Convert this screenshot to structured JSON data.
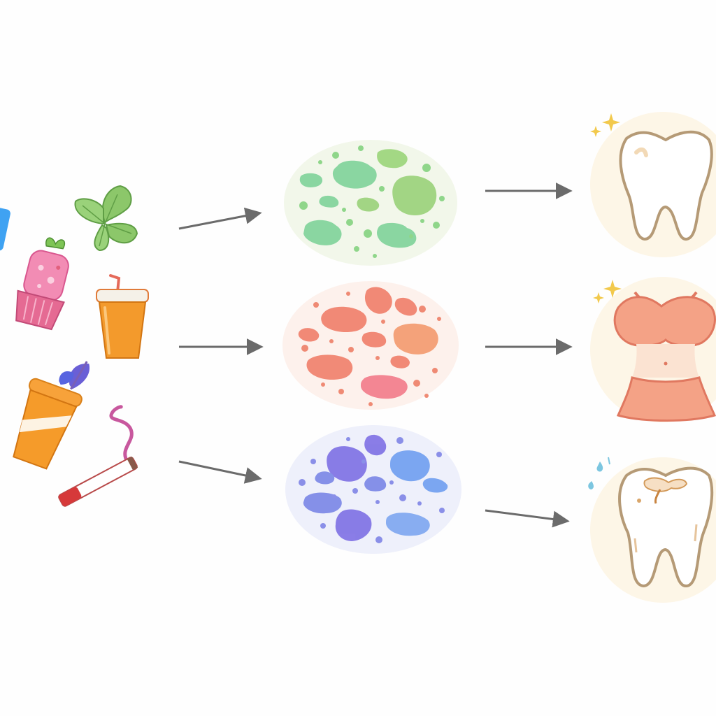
{
  "diagram": {
    "colors": {
      "background": "#fefefe",
      "arrow": "#6b6b6b",
      "healthy_cluster": "#7fd39a",
      "healthy_cluster_bg": "#f2f7ea",
      "sugar_cluster": "#f07e6a",
      "sugar_cluster_bg": "#fdf1ec",
      "smoke_cluster": "#7a86e6",
      "smoke_cluster_bg": "#eef0fb",
      "outcome_bg": "#fdf6e7",
      "tooth_outline": "#b59a76",
      "body_fill": "#f4a286",
      "decay": "#d39a5a"
    },
    "inputs": [
      {
        "icon": "toothbrush-icon"
      },
      {
        "icon": "leaves-icon"
      },
      {
        "icon": "cupcake-icon"
      },
      {
        "icon": "drink-cup-icon"
      },
      {
        "icon": "soda-cup-icon"
      },
      {
        "icon": "cigarette-icon"
      }
    ],
    "rows": [
      {
        "cluster": "healthy-bacteria-cluster",
        "outcome": "healthy-tooth-icon"
      },
      {
        "cluster": "sugar-bacteria-cluster",
        "outcome": "body-torso-icon"
      },
      {
        "cluster": "smoke-bacteria-cluster",
        "outcome": "decayed-tooth-icon"
      }
    ]
  }
}
